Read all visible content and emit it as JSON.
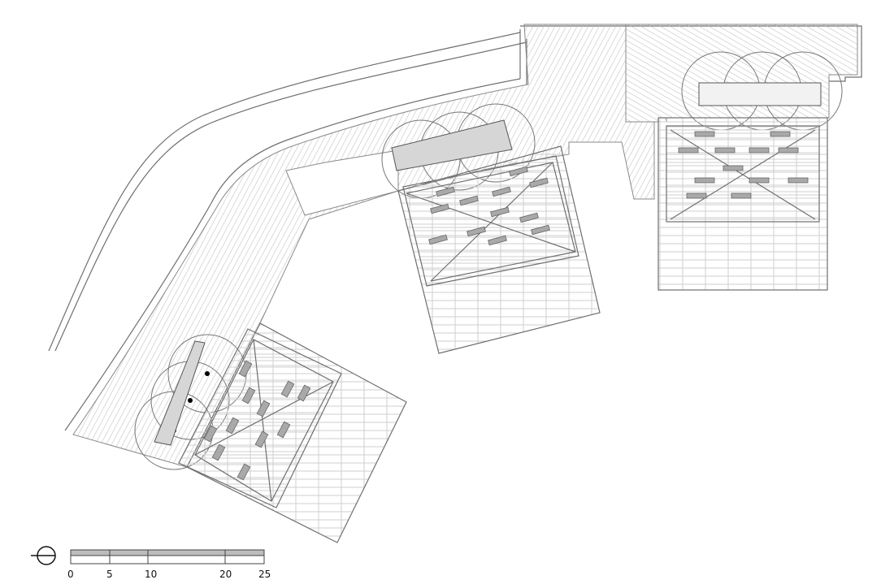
{
  "colors": {
    "line": "#6f6f6f",
    "dark": "#222222",
    "hatch": "#b8b8b8",
    "panel": "#a9a9a9",
    "scale_fill": "#bdbdbd"
  },
  "icons": {
    "north_arrow": "north-arrow-icon",
    "tree": "tree-canopy-icon"
  },
  "scale_bar": {
    "unit_labels": [
      "0",
      "5",
      "10",
      "20",
      "25"
    ]
  }
}
